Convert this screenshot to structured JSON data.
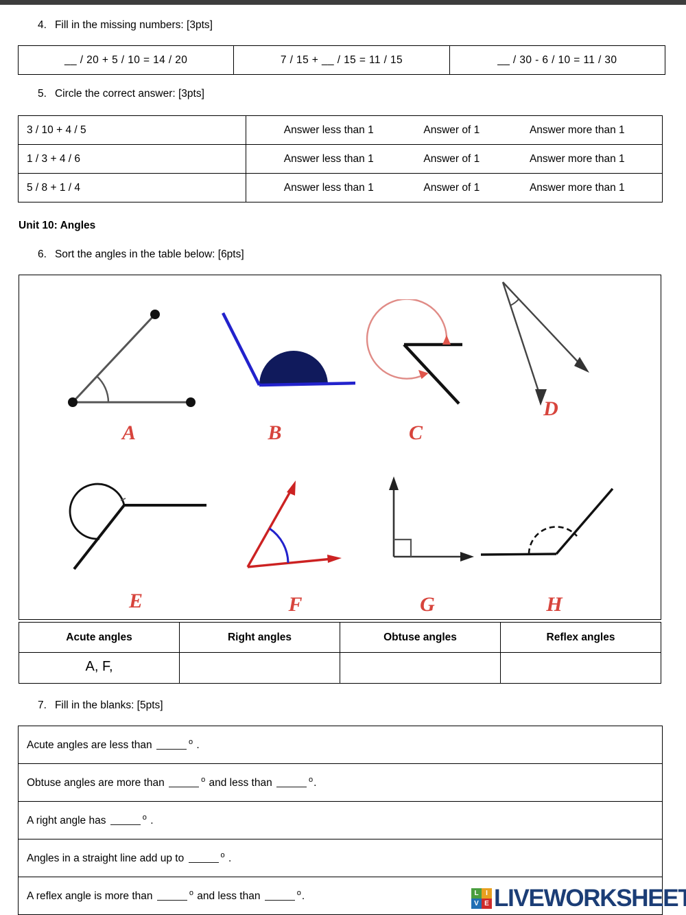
{
  "questions": {
    "q4": {
      "number": "4.",
      "text": "Fill in the missing numbers: [3pts]"
    },
    "q5": {
      "number": "5.",
      "text": "Circle the correct answer: [3pts]"
    },
    "q6": {
      "number": "6.",
      "text": "Sort the angles in the table below: [6pts]"
    },
    "q7": {
      "number": "7.",
      "text": "Fill in the blanks: [5pts]"
    }
  },
  "q4_cells": [
    "__ / 20  +   5 / 10 =   14 / 20",
    "7 / 15  + __  / 15 =   11 / 15",
    "__ / 30  -   6 / 10 = 11 / 30"
  ],
  "q5_rows": [
    {
      "expr": "3 / 10  +   4 / 5",
      "options": [
        "Answer less than 1",
        "Answer of 1",
        "Answer more than 1"
      ]
    },
    {
      "expr": "1 / 3   +  4 / 6",
      "options": [
        "Answer less than 1",
        "Answer of 1",
        "Answer more than 1"
      ]
    },
    {
      "expr": "5 / 8  +   1 / 4",
      "options": [
        "Answer less than 1",
        "Answer of 1",
        "Answer more than 1"
      ]
    }
  ],
  "unit_heading": "Unit 10: Angles",
  "figures": [
    {
      "label": "A",
      "type": "acute",
      "description": "acute angle with endpoint dots"
    },
    {
      "label": "B",
      "type": "obtuse",
      "description": "obtuse angle, blue rays, filled navy arc"
    },
    {
      "label": "C",
      "type": "reflex",
      "description": "reflex angle, red circular arc with arrows"
    },
    {
      "label": "D",
      "type": "acute",
      "description": "acute angle, two downward arrow rays"
    },
    {
      "label": "E",
      "type": "reflex",
      "description": "reflex angle, large black arc"
    },
    {
      "label": "F",
      "type": "acute",
      "description": "acute angle, red rays with blue arc"
    },
    {
      "label": "G",
      "type": "right",
      "description": "right angle with square marker"
    },
    {
      "label": "H",
      "type": "obtuse",
      "description": "obtuse angle with dashed arc"
    }
  ],
  "sort_table": {
    "headers": [
      "Acute angles",
      "Right angles",
      "Obtuse angles",
      "Reflex angles"
    ],
    "answers": [
      "A, F,",
      "",
      "",
      ""
    ]
  },
  "q7_rows": [
    {
      "parts": [
        "Acute angles are less than ",
        " ."
      ]
    },
    {
      "parts": [
        "Obtuse angles are more than ",
        " and less than ",
        "."
      ]
    },
    {
      "parts": [
        "A right angle has ",
        " ."
      ]
    },
    {
      "parts": [
        "Angles in a straight line add up to ",
        " ."
      ]
    },
    {
      "parts": [
        "A reflex angle is more than ",
        " and less than ",
        "."
      ]
    }
  ],
  "logo": {
    "cells": [
      "LI",
      "VE"
    ],
    "letters": [
      "L",
      "I",
      "V",
      "E"
    ],
    "colors": [
      "#4a9e3f",
      "#e8a020",
      "#1f6fb5",
      "#cf2b2b"
    ],
    "text": "LIVEWORKSHEETS",
    "text_color": "#1b3d76"
  },
  "colors": {
    "label_red": "#d7443c",
    "navy": "#101a5c",
    "blue": "#2222cc",
    "red_ray": "#cc2222",
    "ink": "#1a1a1a",
    "topbar": "#3d3d3d"
  }
}
